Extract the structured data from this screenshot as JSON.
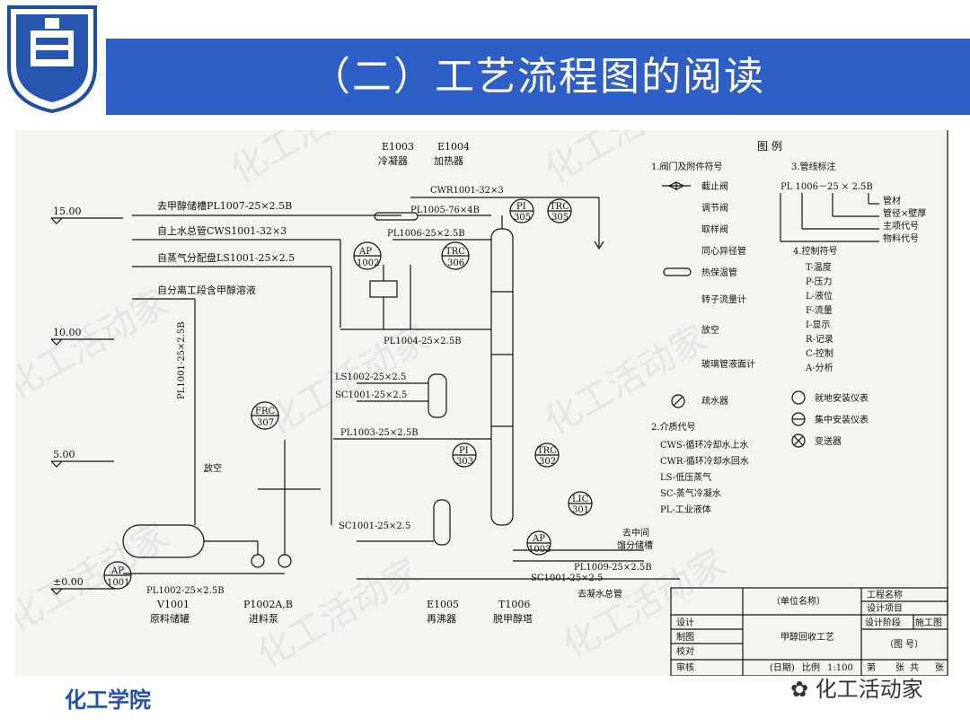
{
  "header": {
    "title": "（二）工艺流程图的阅读",
    "footer": "化工学院",
    "watermark_brand": "化工活动家"
  },
  "colors": {
    "band": "#2e5fc7",
    "footer_text": "#1f4fb8"
  },
  "diagram": {
    "top_equipment": [
      {
        "code": "E1003",
        "name": "冷凝器"
      },
      {
        "code": "E1004",
        "name": "加热器"
      }
    ],
    "bottom_equipment": [
      {
        "code": "V1001",
        "name": "原料储罐"
      },
      {
        "code": "P1002A,B",
        "name": "进料泵"
      },
      {
        "code": "E1005",
        "name": "再沸器"
      },
      {
        "code": "T1006",
        "name": "脱甲醇塔"
      }
    ],
    "levels": [
      "15.00",
      "10.00",
      "5.00",
      "±0.00"
    ],
    "inlet_lines": [
      "去甲醇储槽PL1007-25×2.5B",
      "自上水总管CWS1001-32×3",
      "自蒸气分配盘LS1001-25×2.5",
      "自分离工段含甲醇溶液"
    ],
    "line_labels": {
      "cwr": "CWR1001-32×3",
      "pl1005": "PL1005-76×4B",
      "pl1006": "PL1006-25×2.5B",
      "pl1004": "PL1004-25×2.5B",
      "ls1002": "LS1002-25×2.5",
      "sc1001a": "SC1001-25×2.5",
      "pl1003": "PL1003-25×2.5B",
      "pl1001": "PL1001-25×2.5B",
      "sc1001b": "SC1001-25×2.5",
      "pl1009": "PL1009-25×2.5B",
      "sc1001c": "SC1001-25×2.5",
      "pl1002": "PL1002-25×2.5B"
    },
    "annotations": {
      "vent": "放空",
      "to_drain": "去凝水总管",
      "to_mid_tank_1": "去中间",
      "to_mid_tank_2": "馏分储槽"
    },
    "instruments": [
      {
        "top": "PI",
        "num": "305"
      },
      {
        "top": "TRC",
        "num": "305"
      },
      {
        "top": "AP",
        "num": "1002"
      },
      {
        "top": "TRC",
        "num": "306"
      },
      {
        "top": "FRC",
        "num": "307"
      },
      {
        "top": "PI",
        "num": "303"
      },
      {
        "top": "TRC",
        "num": "302"
      },
      {
        "top": "LIC",
        "num": "301"
      },
      {
        "top": "AP",
        "num": "1003"
      },
      {
        "top": "AP",
        "num": "1001"
      }
    ]
  },
  "legend": {
    "title": "图 例",
    "valves_title": "1.阀门及附件符号",
    "valves": [
      "截止阀",
      "调节阀",
      "取样阀",
      "同心异径管",
      "热保温管",
      "转子流量计",
      "放空",
      "玻璃管液面计",
      "疏水器"
    ],
    "pipe_title": "3.管线标注",
    "pipe_example": "PL 1006－25 × 2.5B",
    "pipe_parts": [
      "管材",
      "管径×壁厚",
      "主项代号",
      "物料代号"
    ],
    "control_title": "4.控制符号",
    "control": [
      "T-温度",
      "P-压力",
      "L-液位",
      "F-流量",
      "I-显示",
      "R-记录",
      "C-控制",
      "A-分析"
    ],
    "install": [
      "就地安装仪表",
      "集中安装仪表",
      "变送器"
    ],
    "media_title": "2.介质代号",
    "media": [
      "CWS-循环冷却水上水",
      "CWR-循环冷却水回水",
      "LS-低压蒸气",
      "SC-蒸气冷凝水",
      "PL-工业液体"
    ]
  },
  "title_block": {
    "unit": "（单位名称）",
    "project": "甲醇回收工艺",
    "rows": [
      "设计",
      "制图",
      "校对",
      "审核"
    ],
    "right": [
      "工程名称",
      "设计项目",
      "设计阶段",
      "施工图",
      "（图 号）"
    ],
    "bottom": [
      "(日期)",
      "比例",
      "1:100",
      "第",
      "张",
      "共",
      "张"
    ]
  }
}
